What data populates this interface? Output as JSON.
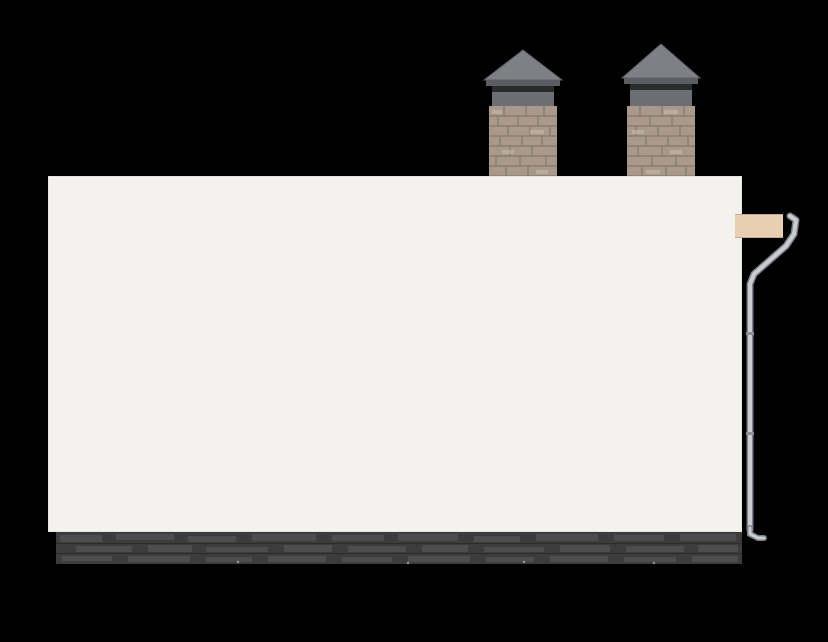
{
  "drawing": {
    "view": "side elevation",
    "elements": [
      "facade-wall",
      "stone-plinth",
      "chimney",
      "chimney",
      "downpipe",
      "fascia-board"
    ]
  },
  "colors": {
    "background": "#000000",
    "wall": "#f3f2ef",
    "plinth": "#3c3c3c",
    "chimney_stone": "#a8998a",
    "chimney_cap": "#7d8086",
    "fascia": "#e8cfb0",
    "pipe": "#b8bcc2"
  },
  "icons": [
    "chimney-cap-icon",
    "downpipe-icon"
  ]
}
